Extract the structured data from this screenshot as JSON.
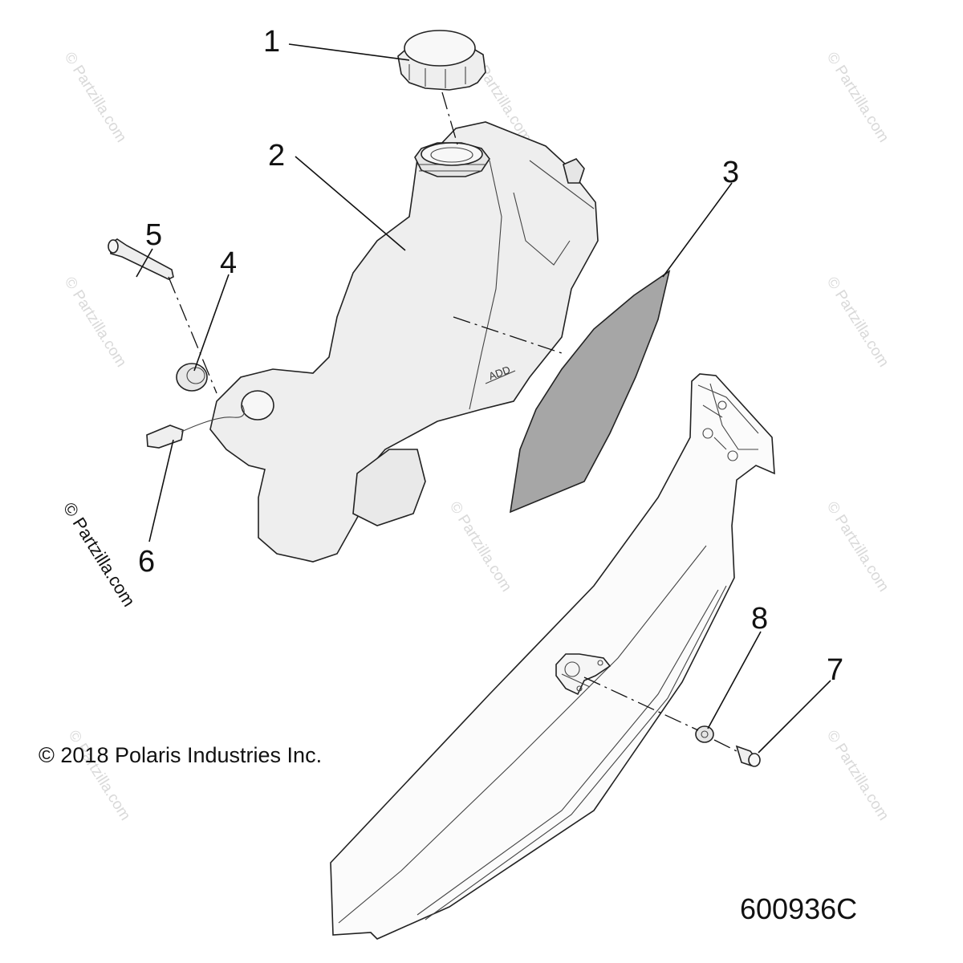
{
  "callouts": [
    "1",
    "2",
    "3",
    "4",
    "5",
    "6",
    "7",
    "8"
  ],
  "copyright": "© 2018 Polaris Industries Inc.",
  "drawing_number": "600936C",
  "watermark": "© Partzilla.com",
  "tank_label": "ADD",
  "colors": {
    "part_fill": "#efefef",
    "pad_fill": "#a6a6a6",
    "bracket_fill": "#fbfbfb",
    "line": "#111111",
    "watermark": "#d9d9d9"
  }
}
